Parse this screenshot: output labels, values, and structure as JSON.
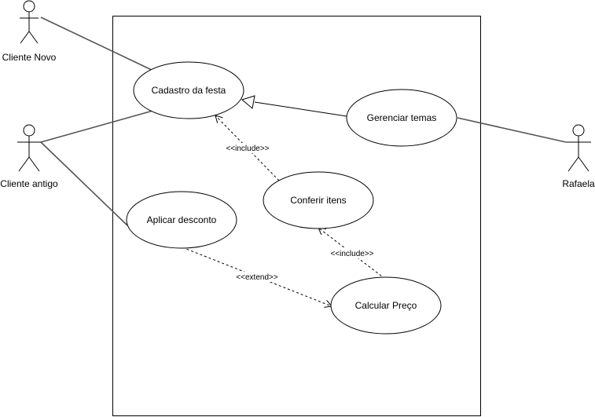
{
  "diagram": {
    "actors": {
      "cliente_novo": "Cliente Novo",
      "cliente_antigo": "Cliente antigo",
      "rafaela": "Rafaela"
    },
    "use_cases": {
      "cadastro": "Cadastro da festa",
      "gerenciar": "Gerenciar temas",
      "conferir": "Conferir itens",
      "aplicar": "Aplicar desconto",
      "calcular": "Calcular Preço"
    },
    "relations": {
      "include_1": "<<include>>",
      "include_2": "<<include>>",
      "extend": "<<extend>>"
    }
  },
  "colors": {
    "association_line": "#555555",
    "stroke": "#000000",
    "background": "#ffffff"
  }
}
